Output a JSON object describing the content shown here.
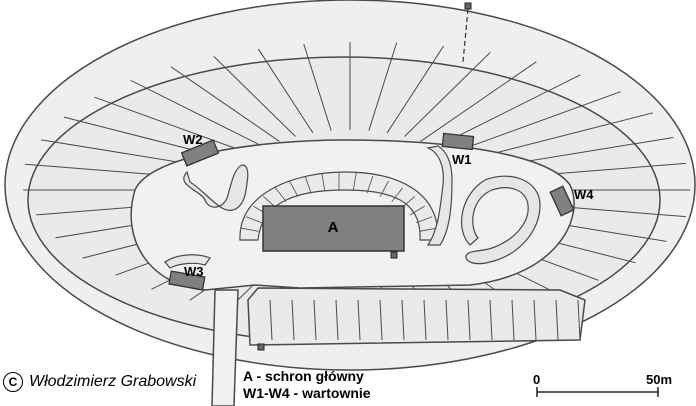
{
  "labels": {
    "main_shelter": "A",
    "w1": "W1",
    "w2": "W2",
    "w3": "W3",
    "w4": "W4"
  },
  "legend": {
    "line1": "A - schron główny",
    "line2": "W1-W4 - wartownie"
  },
  "scale": {
    "start": "0",
    "end": "50m"
  },
  "copyright": {
    "symbol": "C",
    "author": "Włodzimierz Grabowski"
  },
  "colors": {
    "ground": "#efefef",
    "building": "#808080",
    "outline": "#4a4a4a"
  }
}
